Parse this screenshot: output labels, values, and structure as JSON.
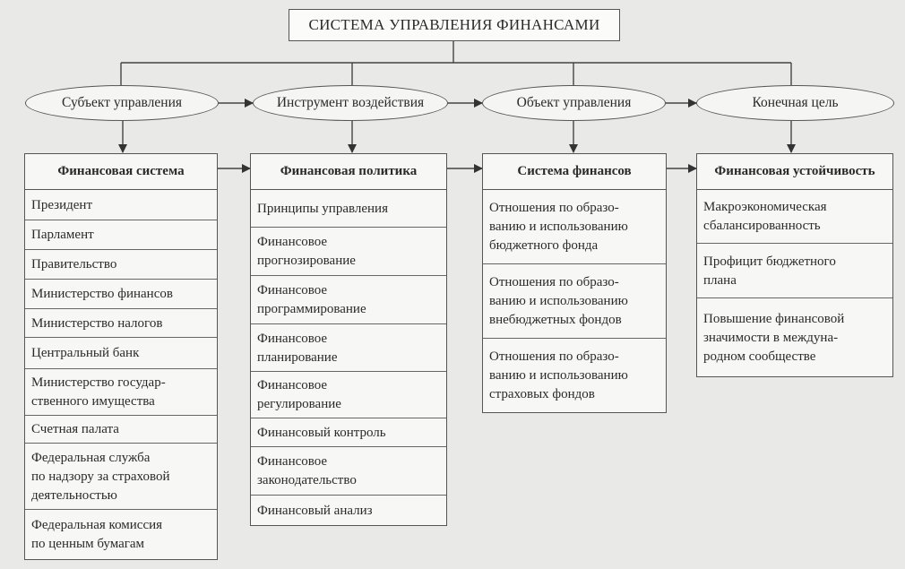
{
  "title": "СИСТЕМА УПРАВЛЕНИЯ ФИНАНСАМИ",
  "ovals": [
    {
      "label": "Субъект управления"
    },
    {
      "label": "Инструмент воздействия"
    },
    {
      "label": "Объект управления"
    },
    {
      "label": "Конечная цель"
    }
  ],
  "columns": [
    {
      "header": "Финансовая система",
      "items": [
        "Президент",
        "Парламент",
        "Правительство",
        "Министерство финансов",
        "Министерство налогов",
        "Центральный банк",
        "Министерство государ-\nственного имущества",
        "Счетная палата",
        "Федеральная служба\nпо надзору за страховой\nдеятельностью",
        "Федеральная комиссия\nпо ценным бумагам"
      ]
    },
    {
      "header": "Финансовая политика",
      "items": [
        "Принципы управления",
        "Финансовое\nпрогнозирование",
        "Финансовое\nпрограммирование",
        "Финансовое\nпланирование",
        "Финансовое\nрегулирование",
        "Финансовый контроль",
        "Финансовое\nзаконодательство",
        "Финансовый анализ"
      ]
    },
    {
      "header": "Система финансов",
      "items": [
        "Отношения по образо-\nванию и использованию\nбюджетного фонда",
        "Отношения по образо-\nванию и использованию\nвнебюджетных фондов",
        "Отношения по образо-\nванию и использованию\nстраховых фондов"
      ]
    },
    {
      "header": "Финансовая устойчивость",
      "items": [
        "Макроэкономическая\nсбалансированность",
        "Профицит бюджетного\nплана",
        "Повышение финансовой\nзначимости в междуна-\nродном сообществе"
      ]
    }
  ]
}
